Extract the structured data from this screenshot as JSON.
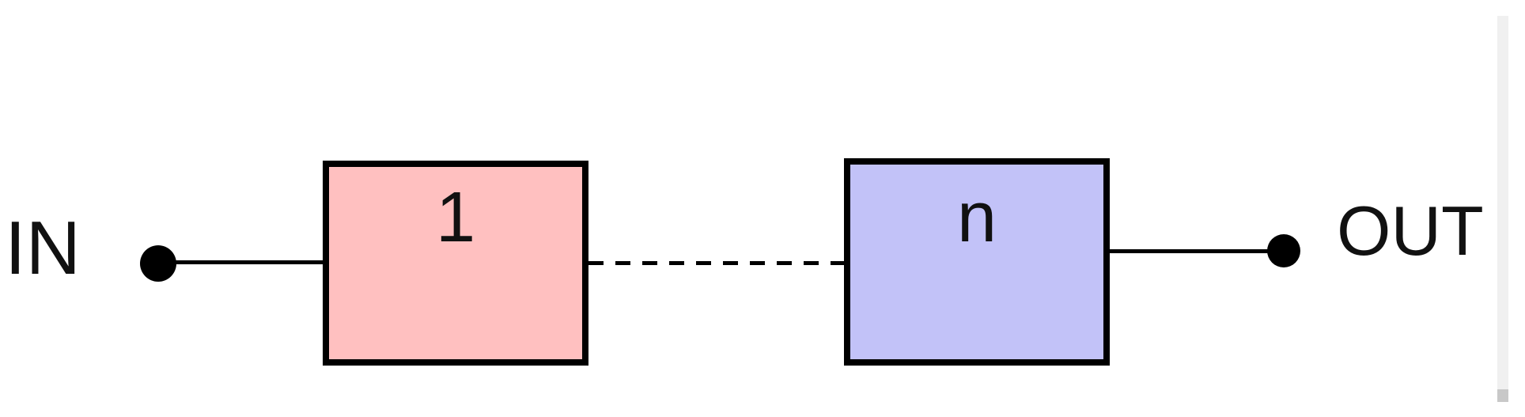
{
  "diagram": {
    "type": "block-chain-figure",
    "input_terminal": {
      "label": "IN"
    },
    "output_terminal": {
      "label": "OUT"
    },
    "nodes": [
      {
        "id": "first",
        "label": "1",
        "fill": "#ffc0c0"
      },
      {
        "id": "last",
        "label": "n",
        "fill": "#c2c2f8"
      }
    ],
    "connections": [
      {
        "from": "IN",
        "to": "node-1",
        "style": "solid"
      },
      {
        "from": "node-1",
        "to": "node-n",
        "style": "dashed"
      },
      {
        "from": "node-n",
        "to": "OUT",
        "style": "solid"
      }
    ],
    "colors": {
      "stroke": "#000000",
      "label_text": "#111111",
      "background": "#ffffff"
    }
  },
  "scrollbar": {
    "track_color": "#f0f0f0",
    "thumb_color": "#c8c8c8"
  }
}
